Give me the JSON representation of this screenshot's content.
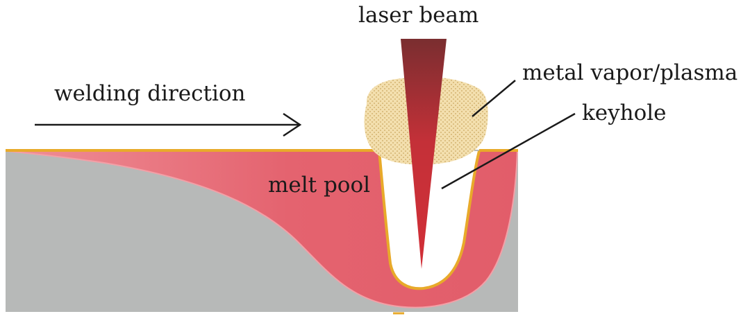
{
  "labels": {
    "laser_beam": "laser beam",
    "vapor_plasma": "metal vapor/plasma",
    "keyhole": "keyhole",
    "welding_direction": "welding direction",
    "melt_pool": "melt pool"
  },
  "colors": {
    "workpiece": "#b7b9b8",
    "melt_pool": "#e4636f",
    "melt_pool_light": "#ef8f97",
    "boundary": "#e8aa2a",
    "keyhole": "#ffffff",
    "vapor": "#f3dfae",
    "vapor_dots": "#c9a660",
    "laser_top": "#7a2e30",
    "laser_mid": "#c43038",
    "laser_tip": "#d22f37",
    "text": "#1a1a1a"
  }
}
